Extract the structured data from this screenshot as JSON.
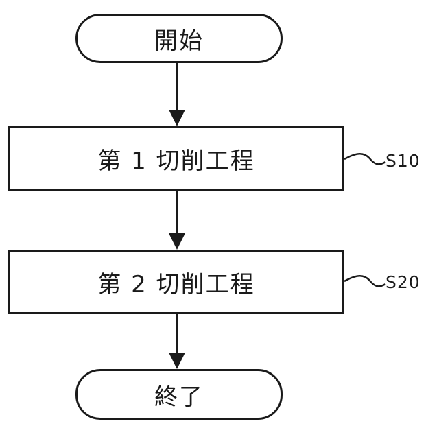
{
  "flowchart": {
    "start": {
      "label": "開始"
    },
    "steps": [
      {
        "label": "第 1 切削工程",
        "ref": "S10"
      },
      {
        "label": "第 2 切削工程",
        "ref": "S20"
      }
    ],
    "end": {
      "label": "終了"
    }
  },
  "colors": {
    "stroke": "#1a1a1a",
    "background": "#ffffff"
  }
}
